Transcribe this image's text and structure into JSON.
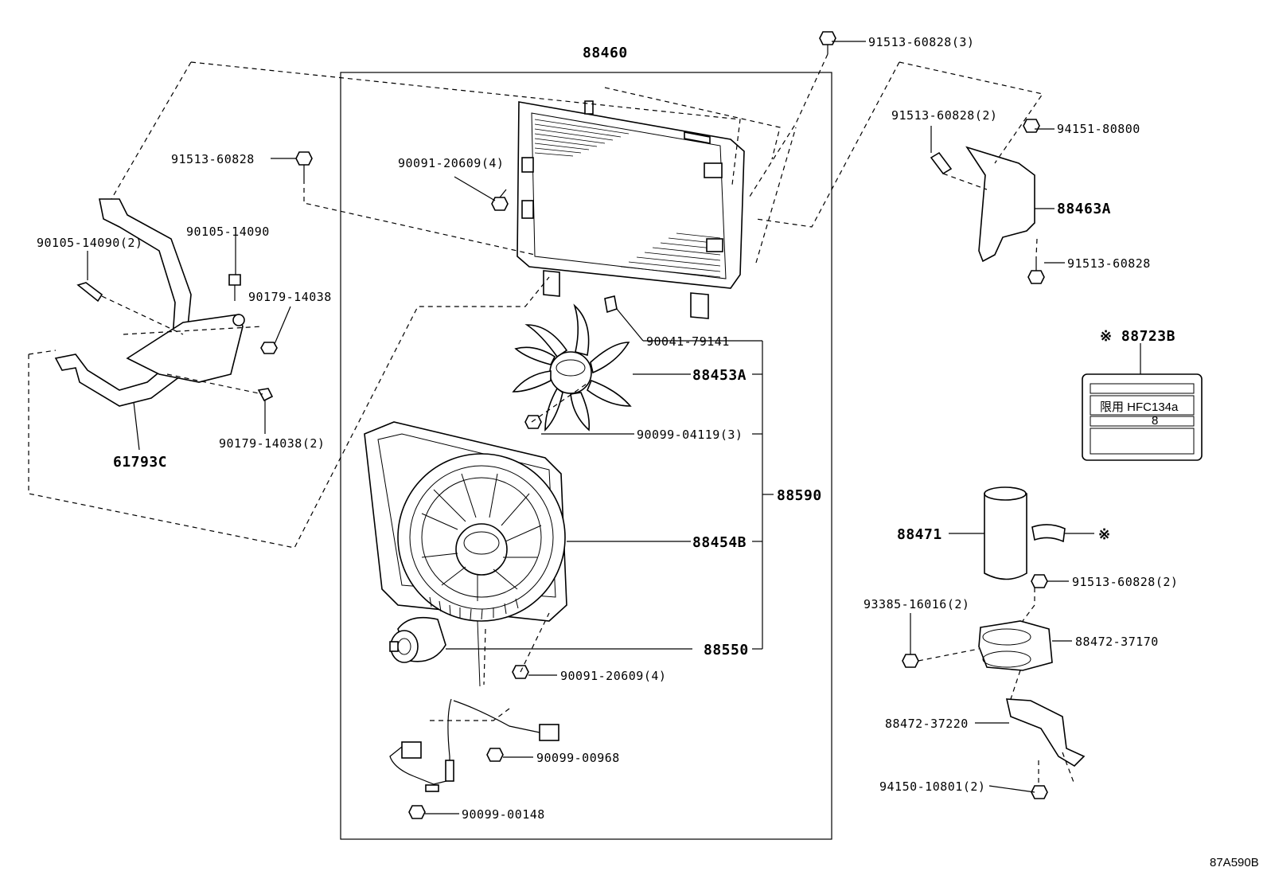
{
  "labels": {
    "p88460": "88460",
    "p91513_60828_3": "91513-60828(3)",
    "p91513_60828_2_top": "91513-60828(2)",
    "p94151_80800": "94151-80800",
    "p88463a": "88463A",
    "p91513_60828_right": "91513-60828",
    "p91513_60828_left": "91513-60828",
    "p90091_20609_4_top": "90091-20609(4)",
    "p90105_14090": "90105-14090",
    "p90105_14090_2": "90105-14090(2)",
    "p90179_14038": "90179-14038",
    "p90179_14038_2": "90179-14038(2)",
    "p61793c": "61793C",
    "p90041_79141": "90041-79141",
    "p88453a": "88453A",
    "p90099_04119_3": "90099-04119(3)",
    "p88590": "88590",
    "p88454b": "88454B",
    "p88550": "88550",
    "p90091_20609_4_bot": "90091-20609(4)",
    "p90099_00968": "90099-00968",
    "p90099_00148": "90099-00148",
    "p88723b": "※ 88723B",
    "p88471": "88471",
    "asterisk": "※",
    "p91513_60828_2_bot": "91513-60828(2)",
    "p93385_16016_2": "93385-16016(2)",
    "p88472_37170": "88472-37170",
    "p88472_37220": "88472-37220",
    "p94150_10801_2": "94150-10801(2)",
    "diagram_code": "87A590B"
  },
  "label_plate": {
    "line1": "限用 HFC134a",
    "line2": "8"
  }
}
